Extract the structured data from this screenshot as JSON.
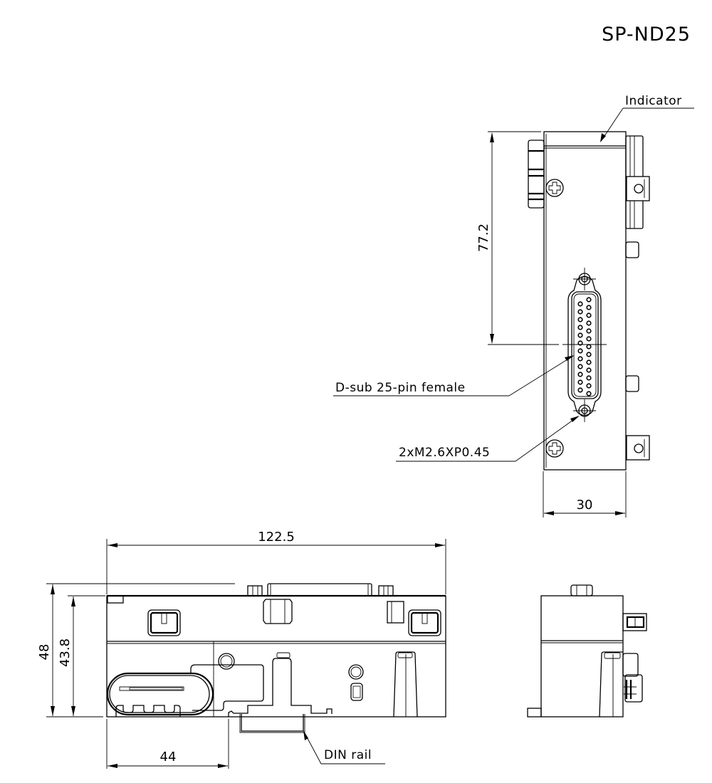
{
  "drawing": {
    "title": "SP-ND25",
    "colors": {
      "line": "#000000",
      "background": "#ffffff"
    }
  },
  "callouts": {
    "indicator": "Indicator",
    "dsub": "D-sub 25-pin female",
    "screw": "2xM2.6XP0.45",
    "din_rail": "DIN rail"
  },
  "dimensions": {
    "height_top_view": "77.2",
    "width_top_view": "30",
    "length_front_view": "122.5",
    "height_total": "48",
    "height_body": "43.8",
    "rail_offset": "44"
  },
  "views": [
    {
      "name": "top-view",
      "label": ""
    },
    {
      "name": "front-view",
      "label": ""
    },
    {
      "name": "side-view",
      "label": ""
    }
  ]
}
